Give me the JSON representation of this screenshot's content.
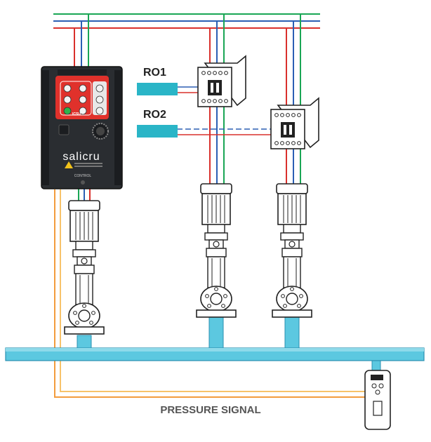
{
  "relays": [
    {
      "label": "RO1"
    },
    {
      "label": "RO2"
    }
  ],
  "drive": {
    "brand": "salicru",
    "tag": "ICSU",
    "model_text": "CONTROL"
  },
  "signal": {
    "label": "PRESSURE SIGNAL"
  },
  "colors": {
    "phase_green": "#1aa655",
    "phase_blue": "#2b5fb4",
    "phase_red": "#d9302c",
    "control_blue": "#2ab5c7",
    "pipe": "#5cc8e0",
    "signal_orange": "#f39c3d",
    "signal_light": "#f7c36a",
    "drive_body": "#2a2d31"
  }
}
